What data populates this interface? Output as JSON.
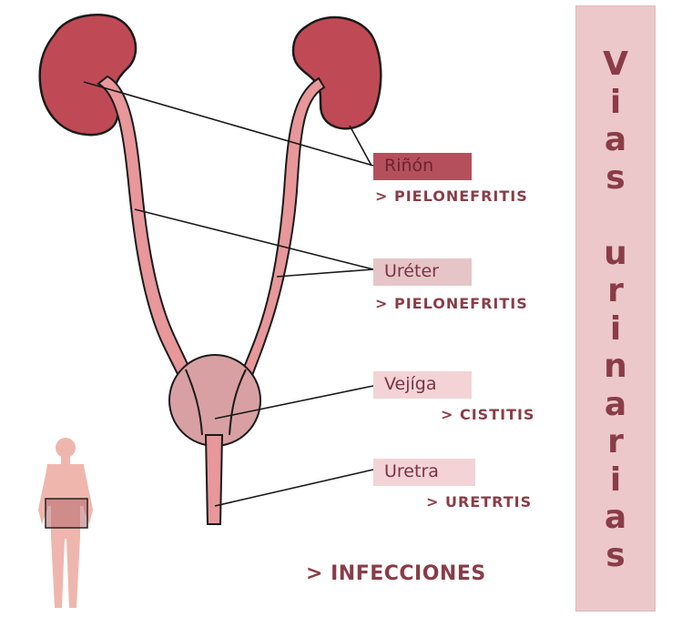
{
  "organs": [
    {
      "label": "Riñón",
      "disease": "> PIELONEFRITIS",
      "color": "#b4505c",
      "text_color": "#6a2430"
    },
    {
      "label": "Uréter",
      "disease": "> PIELONEFRITIS",
      "color": "#e6c5c8",
      "text_color": "#7a3440"
    },
    {
      "label": "Vejíga",
      "disease": "> CISTITIS",
      "color": "#f3d3d6",
      "text_color": "#7a3440"
    },
    {
      "label": "Uretra",
      "disease": "> URETRTIS",
      "color": "#f3d3d6",
      "text_color": "#7a3440"
    }
  ],
  "footer": "> INFECCIONES",
  "banner": {
    "letters": [
      "V",
      "i",
      "a",
      "s",
      "",
      "u",
      "r",
      "i",
      "n",
      "a",
      "r",
      "i",
      "a",
      "s"
    ],
    "color": "#ecc8cb"
  },
  "colors": {
    "kidney": "#bf4a55",
    "ureter": "#e8979a",
    "bladder": "#d9a0a3",
    "outline": "#1a1a1a",
    "body": "#efb6ad"
  }
}
